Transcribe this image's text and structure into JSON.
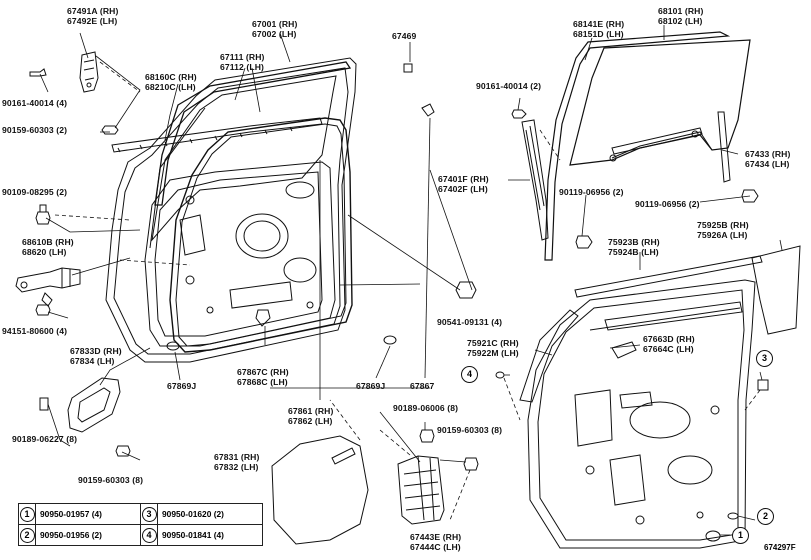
{
  "drawing_id": "674297F",
  "labels": {
    "l67491": [
      "67491A (RH)",
      "67492E (LH)"
    ],
    "l90161a": [
      "90161-40014 (4)"
    ],
    "l90159a": [
      "90159-60303 (2)"
    ],
    "l68160": [
      "68160C (RH)",
      "68210C (LH)"
    ],
    "l67001": [
      "67001 (RH)",
      "67002 (LH)"
    ],
    "l67111": [
      "67111 (RH)",
      "67112 (LH)"
    ],
    "l67469": [
      "67469"
    ],
    "l90109": [
      "90109-08295 (2)"
    ],
    "l68610": [
      "68610B (RH)",
      "68620 (LH)"
    ],
    "l94151": [
      "94151-80600 (4)"
    ],
    "l67833": [
      "67833D (RH)",
      "67834 (LH)"
    ],
    "l67869a": [
      "67869J"
    ],
    "l67867c": [
      "67867C (RH)",
      "67868C (LH)"
    ],
    "l67869b": [
      "67869J"
    ],
    "l67867": [
      "67867"
    ],
    "l67861": [
      "67861 (RH)",
      "67862 (LH)"
    ],
    "l90541": [
      "90541-09131 (4)"
    ],
    "l90189a": [
      "90189-06227 (8)"
    ],
    "l90159b": [
      "90159-60303 (8)"
    ],
    "l67831": [
      "67831 (RH)",
      "67832 (LH)"
    ],
    "l90189b": [
      "90189-06006 (8)"
    ],
    "l90159c": [
      "90159-60303 (8)"
    ],
    "l67443": [
      "67443E (RH)",
      "67444C (LH)"
    ],
    "l90161b": [
      "90161-40014 (2)"
    ],
    "l68141": [
      "68141E (RH)",
      "68151D (LH)"
    ],
    "l68101": [
      "68101 (RH)",
      "68102 (LH)"
    ],
    "l67401": [
      "67401F (RH)",
      "67402F (LH)"
    ],
    "l90119a": [
      "90119-06956 (2)"
    ],
    "l90119b": [
      "90119-06956 (2)"
    ],
    "l67433": [
      "67433 (RH)",
      "67434 (LH)"
    ],
    "l75923": [
      "75923B (RH)",
      "75924B (LH)"
    ],
    "l75925": [
      "75925B (RH)",
      "75926A (LH)"
    ],
    "l75921": [
      "75921C (RH)",
      "75922M (LH)"
    ],
    "l67663": [
      "67663D (RH)",
      "67664C (LH)"
    ]
  },
  "callouts": {
    "c4": "4",
    "c3": "3",
    "c1": "1",
    "c2": "2"
  },
  "legend": [
    {
      "k1": "1",
      "v1": "90950-01957 (4)",
      "k2": "3",
      "v2": "90950-01620 (2)"
    },
    {
      "k1": "2",
      "v1": "90950-01956 (2)",
      "k2": "4",
      "v2": "90950-01841 (4)"
    }
  ]
}
